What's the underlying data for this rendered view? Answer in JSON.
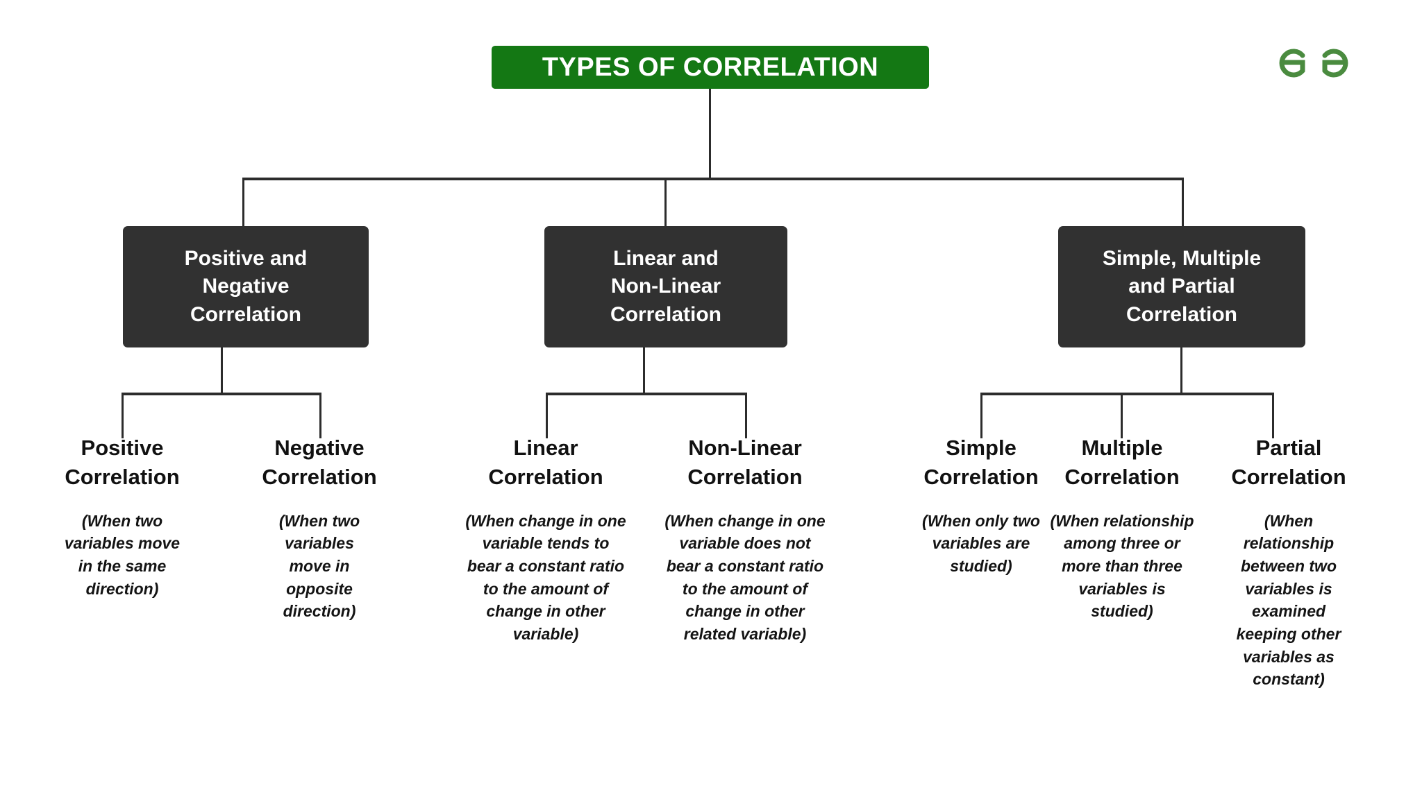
{
  "title": {
    "text": "TYPES OF CORRELATION",
    "background_color": "#147814",
    "text_color": "#ffffff"
  },
  "brand": {
    "logo_name": "geeksforgeeks-logo",
    "logo_color": "#4a8b3f"
  },
  "theme": {
    "box_color": "#313131",
    "line_color": "#2c2c2c",
    "page_background": "#ffffff",
    "leaf_text_color": "#111111"
  },
  "categories": [
    {
      "label": "Positive and\nNegative\nCorrelation",
      "children": [
        {
          "label": "Positive\nCorrelation",
          "description": "(When two variables move in the same direction)"
        },
        {
          "label": "Negative\nCorrelation",
          "description": "(When two variables move in opposite direction)"
        }
      ]
    },
    {
      "label": "Linear and\nNon-Linear\nCorrelation",
      "children": [
        {
          "label": "Linear\nCorrelation",
          "description": "(When change in one variable tends to bear a constant ratio to the amount of change in other variable)"
        },
        {
          "label": "Non-Linear\nCorrelation",
          "description": "(When change in one variable does not bear a constant ratio to the amount of change in other related variable)"
        }
      ]
    },
    {
      "label": "Simple, Multiple\nand Partial\nCorrelation",
      "children": [
        {
          "label": "Simple\nCorrelation",
          "description": "(When only two variables are studied)"
        },
        {
          "label": "Multiple\nCorrelation",
          "description": "(When relationship among three or more than three variables is studied)"
        },
        {
          "label": "Partial\nCorrelation",
          "description": "(When relationship between two variables is examined keeping other variables as constant)"
        }
      ]
    }
  ]
}
